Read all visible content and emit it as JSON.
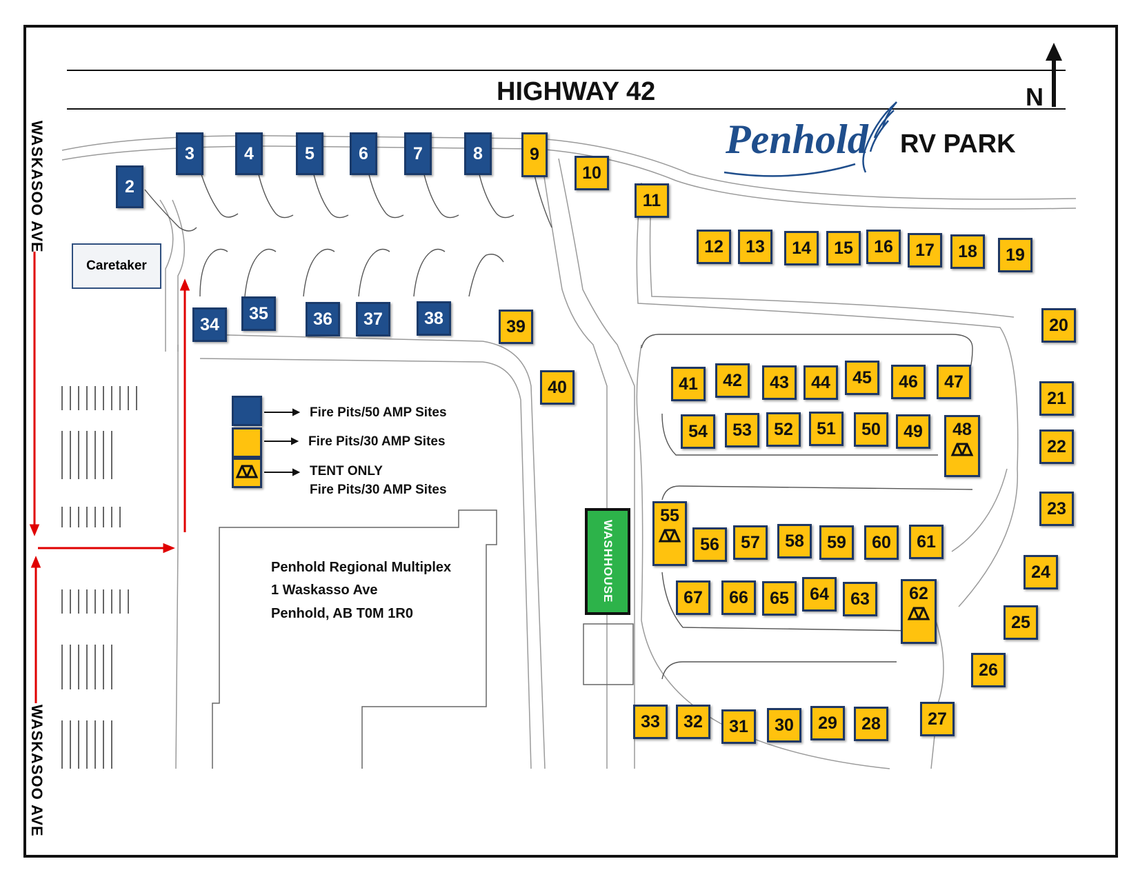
{
  "highway": "HIGHWAY 42",
  "north": "N",
  "street": "WASKASOO AVE",
  "logo": {
    "script": "Penhold",
    "text": "RV PARK"
  },
  "caretaker": "Caretaker",
  "washhouse": "WASHHOUSE",
  "multiplex": {
    "name": "Penhold Regional Multiplex",
    "address1": "1 Waskasso Ave",
    "address2": "Penhold, AB  T0M 1R0"
  },
  "legend": {
    "blue": "Fire Pits/50 AMP Sites",
    "gold": "Fire Pits/30 AMP Sites",
    "tent_line1": "TENT ONLY",
    "tent_line2": "Fire Pits/30 AMP Sites"
  },
  "colors": {
    "blue": "#1f4e8c",
    "gold": "#ffc20e",
    "washhouse": "#2db34a",
    "arrow": "#e00000"
  },
  "sites": [
    {
      "n": "2",
      "t": "blue"
    },
    {
      "n": "3",
      "t": "blue"
    },
    {
      "n": "4",
      "t": "blue"
    },
    {
      "n": "5",
      "t": "blue"
    },
    {
      "n": "6",
      "t": "blue"
    },
    {
      "n": "7",
      "t": "blue"
    },
    {
      "n": "8",
      "t": "blue"
    },
    {
      "n": "9",
      "t": "gold"
    },
    {
      "n": "10",
      "t": "gold"
    },
    {
      "n": "11",
      "t": "gold"
    },
    {
      "n": "12",
      "t": "gold"
    },
    {
      "n": "13",
      "t": "gold"
    },
    {
      "n": "14",
      "t": "gold"
    },
    {
      "n": "15",
      "t": "gold"
    },
    {
      "n": "16",
      "t": "gold"
    },
    {
      "n": "17",
      "t": "gold"
    },
    {
      "n": "18",
      "t": "gold"
    },
    {
      "n": "19",
      "t": "gold"
    },
    {
      "n": "20",
      "t": "gold"
    },
    {
      "n": "21",
      "t": "gold"
    },
    {
      "n": "22",
      "t": "gold"
    },
    {
      "n": "23",
      "t": "gold"
    },
    {
      "n": "24",
      "t": "gold"
    },
    {
      "n": "25",
      "t": "gold"
    },
    {
      "n": "26",
      "t": "gold"
    },
    {
      "n": "27",
      "t": "gold"
    },
    {
      "n": "28",
      "t": "gold"
    },
    {
      "n": "29",
      "t": "gold"
    },
    {
      "n": "30",
      "t": "gold"
    },
    {
      "n": "31",
      "t": "gold"
    },
    {
      "n": "32",
      "t": "gold"
    },
    {
      "n": "33",
      "t": "gold"
    },
    {
      "n": "34",
      "t": "blue"
    },
    {
      "n": "35",
      "t": "blue"
    },
    {
      "n": "36",
      "t": "blue"
    },
    {
      "n": "37",
      "t": "blue"
    },
    {
      "n": "38",
      "t": "blue"
    },
    {
      "n": "39",
      "t": "gold"
    },
    {
      "n": "40",
      "t": "gold"
    },
    {
      "n": "41",
      "t": "gold"
    },
    {
      "n": "42",
      "t": "gold"
    },
    {
      "n": "43",
      "t": "gold"
    },
    {
      "n": "44",
      "t": "gold"
    },
    {
      "n": "45",
      "t": "gold"
    },
    {
      "n": "46",
      "t": "gold"
    },
    {
      "n": "47",
      "t": "gold"
    },
    {
      "n": "48",
      "t": "tent"
    },
    {
      "n": "49",
      "t": "gold"
    },
    {
      "n": "50",
      "t": "gold"
    },
    {
      "n": "51",
      "t": "gold"
    },
    {
      "n": "52",
      "t": "gold"
    },
    {
      "n": "53",
      "t": "gold"
    },
    {
      "n": "54",
      "t": "gold"
    },
    {
      "n": "55",
      "t": "tent"
    },
    {
      "n": "56",
      "t": "gold"
    },
    {
      "n": "57",
      "t": "gold"
    },
    {
      "n": "58",
      "t": "gold"
    },
    {
      "n": "59",
      "t": "gold"
    },
    {
      "n": "60",
      "t": "gold"
    },
    {
      "n": "61",
      "t": "gold"
    },
    {
      "n": "62",
      "t": "tent"
    },
    {
      "n": "63",
      "t": "gold"
    },
    {
      "n": "64",
      "t": "gold"
    },
    {
      "n": "65",
      "t": "gold"
    },
    {
      "n": "66",
      "t": "gold"
    },
    {
      "n": "67",
      "t": "gold"
    }
  ]
}
